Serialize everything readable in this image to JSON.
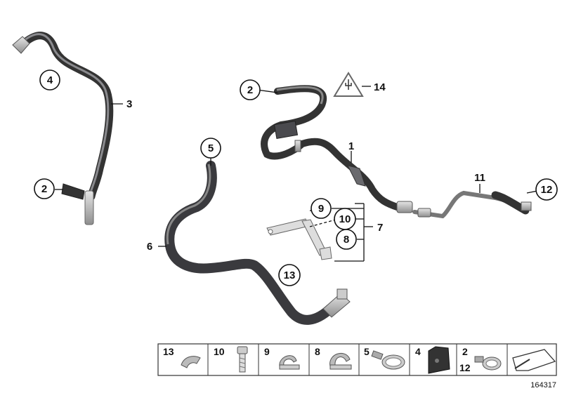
{
  "diagram": {
    "callouts": {
      "c1": "1",
      "c2a": "2",
      "c2b": "2",
      "c3": "3",
      "c4": "4",
      "c5": "5",
      "c6": "6",
      "c7": "7",
      "c8": "8",
      "c9": "9",
      "c10": "10",
      "c11": "11",
      "c12": "12",
      "c13": "13",
      "c14": "14"
    },
    "legend": [
      {
        "number": "13",
        "icon": "clip-icon"
      },
      {
        "number": "10",
        "icon": "bolt-icon"
      },
      {
        "number": "9",
        "icon": "pipe-clip-icon"
      },
      {
        "number": "8",
        "icon": "pipe-clip-icon"
      },
      {
        "number": "5",
        "icon": "hose-clamp-icon"
      },
      {
        "number": "4",
        "icon": "rubber-mount-icon"
      },
      {
        "number": "2",
        "number2": "12",
        "icon": "hose-clamp-icon"
      },
      {
        "number": "",
        "icon": "arrow-icon"
      }
    ],
    "image_number": "164317"
  }
}
